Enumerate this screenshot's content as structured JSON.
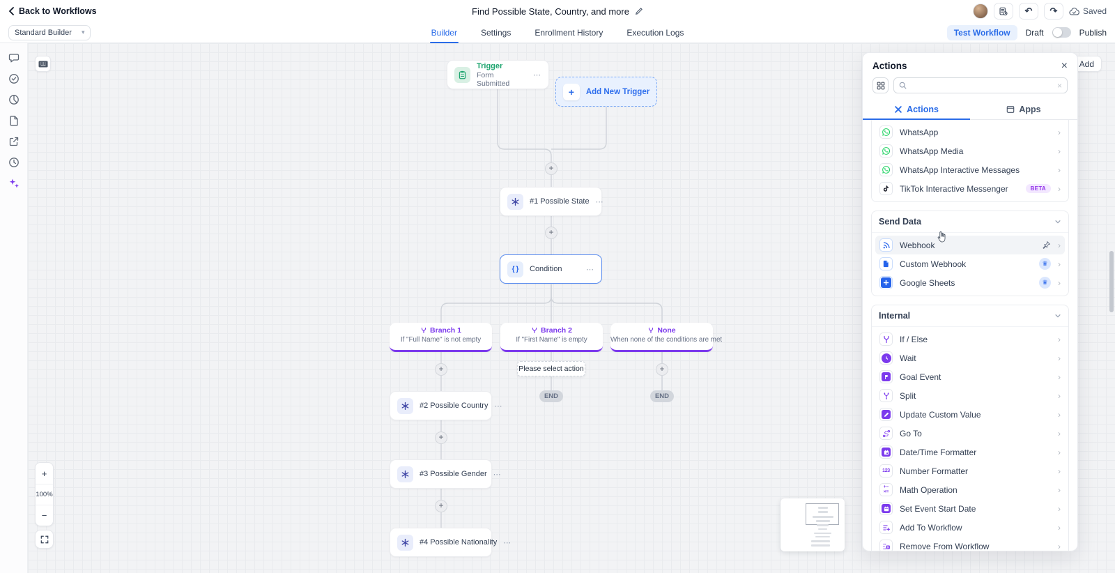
{
  "header": {
    "back": "Back to Workflows",
    "title": "Find Possible State, Country, and more",
    "saved": "Saved"
  },
  "toolbar": {
    "mode": "Standard Builder",
    "tabs": [
      "Builder",
      "Settings",
      "Enrollment History",
      "Execution Logs"
    ],
    "test": "Test Workflow",
    "draft": "Draft",
    "publish": "Publish"
  },
  "canvas": {
    "add": "Add",
    "zoom": "100%",
    "trigger_title": "Trigger",
    "trigger_sub": "Form Submitted",
    "add_trigger": "Add New Trigger",
    "condition": "Condition",
    "tooltip": "Please select action",
    "end": "END",
    "nodes": [
      "#1 Possible State",
      "#2 Possible Country",
      "#3 Possible Gender",
      "#4 Possible Nationality"
    ],
    "branches": [
      {
        "title": "Branch 1",
        "sub": "If \"Full Name\" is not empty"
      },
      {
        "title": "Branch 2",
        "sub": "If \"First Name\" is empty"
      },
      {
        "title": "None",
        "sub": "When none of the conditions are met"
      }
    ]
  },
  "panel": {
    "title": "Actions",
    "tab_actions": "Actions",
    "tab_apps": "Apps",
    "beta": "BETA",
    "search_placeholder": "",
    "groups": [
      {
        "header": "",
        "items": [
          {
            "label": "WhatsApp",
            "icon": "whatsapp-icon"
          },
          {
            "label": "WhatsApp Media",
            "icon": "whatsapp-icon"
          },
          {
            "label": "WhatsApp Interactive Messages",
            "icon": "whatsapp-icon"
          },
          {
            "label": "TikTok Interactive Messenger",
            "icon": "tiktok-icon",
            "beta": true
          }
        ]
      },
      {
        "header": "Send Data",
        "items": [
          {
            "label": "Webhook",
            "icon": "webhook-icon",
            "pinned": true
          },
          {
            "label": "Custom Webhook",
            "icon": "custom-webhook-icon",
            "premium": true
          },
          {
            "label": "Google Sheets",
            "icon": "google-sheets-icon",
            "premium": true
          }
        ]
      },
      {
        "header": "Internal",
        "items": [
          {
            "label": "If / Else",
            "icon": "if-else-icon"
          },
          {
            "label": "Wait",
            "icon": "wait-icon"
          },
          {
            "label": "Goal Event",
            "icon": "goal-event-icon"
          },
          {
            "label": "Split",
            "icon": "split-icon"
          },
          {
            "label": "Update Custom Value",
            "icon": "update-custom-value-icon"
          },
          {
            "label": "Go To",
            "icon": "go-to-icon"
          },
          {
            "label": "Date/Time Formatter",
            "icon": "datetime-formatter-icon"
          },
          {
            "label": "Number Formatter",
            "icon": "number-formatter-icon"
          },
          {
            "label": "Math Operation",
            "icon": "math-operation-icon"
          },
          {
            "label": "Set Event Start Date",
            "icon": "set-event-start-date-icon"
          },
          {
            "label": "Add To Workflow",
            "icon": "add-to-workflow-icon"
          },
          {
            "label": "Remove From Workflow",
            "icon": "remove-from-workflow-icon"
          }
        ]
      }
    ]
  },
  "sidebar": {
    "icons": [
      "comments-icon",
      "check-circle-icon",
      "pie-chart-icon",
      "document-icon",
      "external-link-icon",
      "history-icon",
      "ai-sparkles-icon"
    ]
  },
  "colors": {
    "accent_blue": "#2a6ce8",
    "purple": "#7c3aed",
    "green": "#1ea56f",
    "canvas_bg": "#f2f3f5"
  }
}
